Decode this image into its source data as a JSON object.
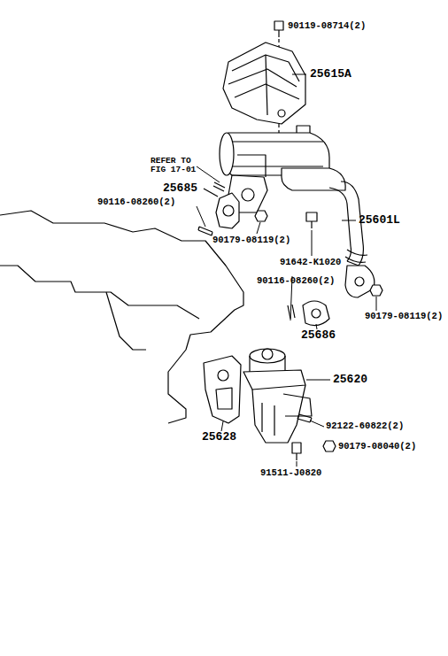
{
  "diagram": {
    "labels": [
      "90119-08714(2)",
      "25615A",
      "REFER TO FIG 17-01",
      "25685",
      "90116-08260(2)",
      "25601L",
      "90179-08119(2)",
      "91642-K1020",
      "90116-08260(2)",
      "90179-08119(2)",
      "25686",
      "25620",
      "92122-60822(2)",
      "90179-08040(2)",
      "25628",
      "91511-J0820"
    ]
  }
}
